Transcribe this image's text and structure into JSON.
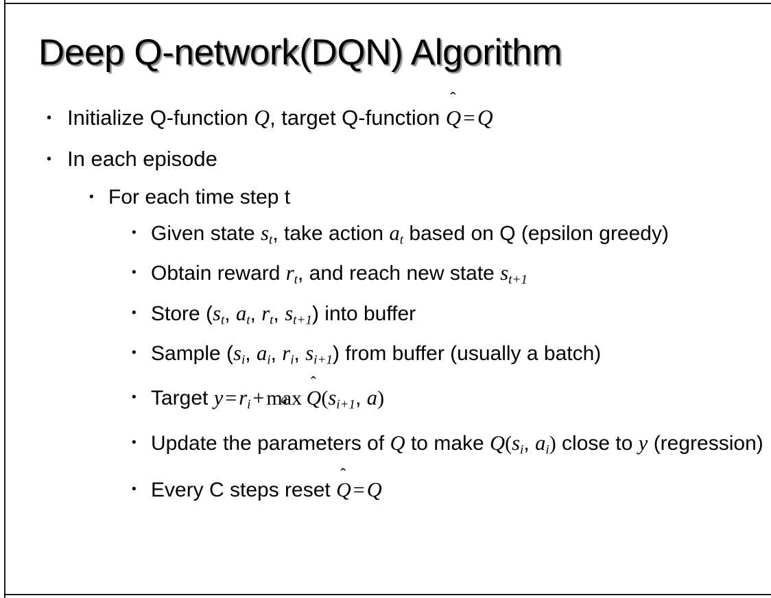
{
  "slide": {
    "title": "Deep Q-network(DQN) Algorithm",
    "bullet_glyph": "•",
    "text_color": "#000000",
    "background_color": "#ffffff",
    "border_color": "#1a1a1a"
  },
  "content": {
    "level1": [
      {
        "id": "initialize",
        "plain": "Initialize Q-function Q, target Q-function Q̂ = Q",
        "parts": {
          "pre": "Initialize Q-function ",
          "var_q1": "Q",
          "mid": ", target Q-function ",
          "var_qhat": "Q",
          "hat": "̂",
          "equals": "=",
          "var_q2": "Q"
        }
      },
      {
        "id": "in-each-episode",
        "plain": "In each episode"
      }
    ],
    "level2": [
      {
        "id": "for-each-time-step",
        "plain": "For each time step t"
      }
    ],
    "level3": [
      {
        "id": "given-state",
        "plain": "Given state s_t, take action a_t based on Q (epsilon greedy)",
        "parts": {
          "pre": "Given state ",
          "var_s": "s",
          "sub_s": "t",
          "mid": ", take action ",
          "var_a": "a",
          "sub_a": "t",
          "post": " based on Q (epsilon greedy)"
        }
      },
      {
        "id": "obtain-reward",
        "plain": "Obtain reward r_t, and reach new state s_t+1",
        "parts": {
          "pre": "Obtain reward ",
          "var_r": "r",
          "sub_r": "t",
          "mid": ", and reach new state ",
          "var_s": "s",
          "sub_s": "t+1"
        }
      },
      {
        "id": "store",
        "plain": "Store (s_t, a_t, r_t, s_t+1) into buffer",
        "parts": {
          "pre": "Store (",
          "v1": "s",
          "v1sub": "t",
          "v2": "a",
          "v2sub": "t",
          "v3": "r",
          "v3sub": "t",
          "v4": "s",
          "v4sub": "t+1",
          "post": ") into buffer",
          "sep": ", "
        }
      },
      {
        "id": "sample",
        "plain": "Sample (s_i, a_i, r_i, s_i+1) from buffer (usually a batch)",
        "parts": {
          "pre": "Sample (",
          "v1": "s",
          "v1sub": "i",
          "v2": "a",
          "v2sub": "i",
          "v3": "r",
          "v3sub": "i",
          "v4": "s",
          "v4sub": "i+1",
          "post": ") from buffer (usually a batch)",
          "sep": ", "
        }
      },
      {
        "id": "target",
        "plain": "Target y = r_i + max_a Q̂(s_i+1, a)",
        "parts": {
          "pre": "Target ",
          "var_y": "y",
          "equals": "=",
          "var_r": "r",
          "sub_r": "i",
          "plus": "+",
          "op_max": "max",
          "op_under": "a",
          "var_qhat": "Q",
          "hat": "̂",
          "open": "(",
          "var_s": "s",
          "sub_s": "i+1",
          "sep": ", ",
          "var_a": "a",
          "close": ")"
        }
      },
      {
        "id": "update",
        "plain": "Update the parameters of Q to make Q(s_i, a_i) close to y (regression)",
        "parts": {
          "pre": "Update the parameters of ",
          "var_q1": "Q",
          "mid": " to make ",
          "var_q2": "Q",
          "open": "(",
          "var_s": "s",
          "sub_s": "i",
          "sep": ", ",
          "var_a": "a",
          "sub_a": "i",
          "close": ")",
          "post": " close to ",
          "var_y": "y",
          "tail": " (regression)"
        }
      },
      {
        "id": "every-c-steps",
        "plain": "Every C steps reset Q̂ = Q",
        "parts": {
          "pre": "Every C steps reset ",
          "var_qhat": "Q",
          "hat": "̂",
          "equals": "=",
          "var_q": "Q"
        }
      }
    ]
  }
}
